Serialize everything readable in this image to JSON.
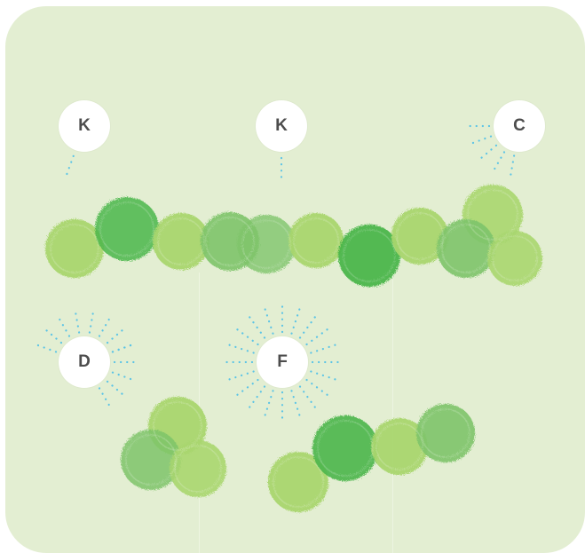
{
  "colors": {
    "board": "#e3eed2",
    "light_green": "#a9d66f",
    "mid_green": "#7ec46a",
    "dark_green": "#4bb64b",
    "dots": "#5bc4e6",
    "badge": "#ffffff",
    "label": "#4d4d4d"
  },
  "badges": [
    {
      "id": "k1",
      "label": "K"
    },
    {
      "id": "k2",
      "label": "K"
    },
    {
      "id": "c",
      "label": "C"
    },
    {
      "id": "d",
      "label": "D"
    },
    {
      "id": "f",
      "label": "F"
    }
  ]
}
